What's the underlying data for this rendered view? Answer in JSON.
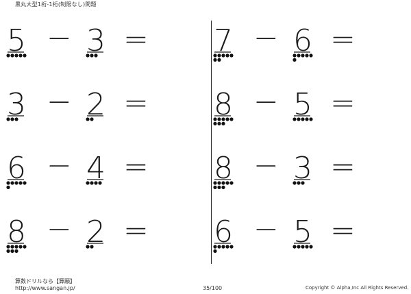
{
  "header": {
    "title": "黒丸大型1桁-1桁(制限なし)問題"
  },
  "operators": {
    "minus": "−",
    "equals": "="
  },
  "problems": [
    {
      "a": "5",
      "b": "3"
    },
    {
      "a": "3",
      "b": "2"
    },
    {
      "a": "6",
      "b": "4"
    },
    {
      "a": "8",
      "b": "2"
    },
    {
      "a": "7",
      "b": "6"
    },
    {
      "a": "8",
      "b": "5"
    },
    {
      "a": "8",
      "b": "3"
    },
    {
      "a": "6",
      "b": "5"
    }
  ],
  "footer": {
    "brand": "算数ドリルなら【算願】",
    "url": "http://www.sangan.jp/",
    "page": "35/100",
    "copyright": "Copyright © Alpha,Inc All Rights Reserved."
  }
}
